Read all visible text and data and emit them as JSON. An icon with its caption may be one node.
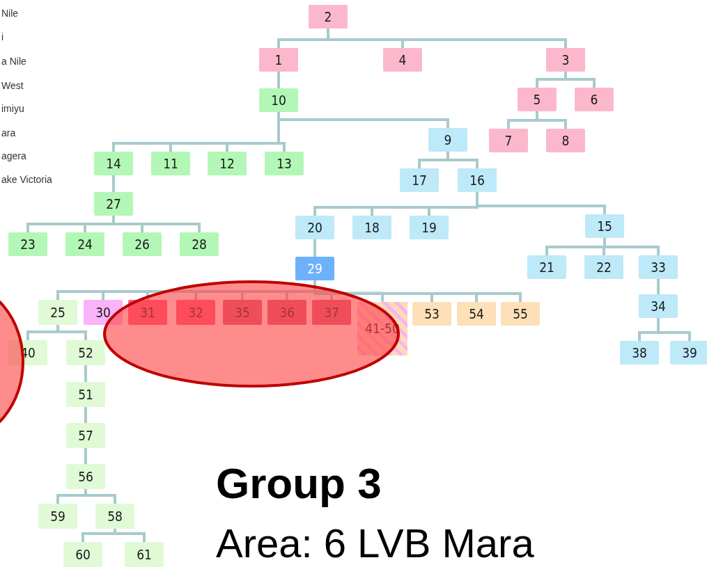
{
  "diagram": {
    "nodes": [
      {
        "text": [
          "2"
        ]
      },
      {
        "text": [
          "1"
        ]
      },
      {
        "text": [
          "4"
        ]
      },
      {
        "text": [
          "3"
        ]
      },
      {
        "text": [
          "10"
        ]
      },
      {
        "text": [
          "5"
        ]
      },
      {
        "text": [
          "6"
        ]
      },
      {
        "text": [
          "9"
        ]
      },
      {
        "text": [
          "7"
        ]
      },
      {
        "text": [
          "8"
        ]
      },
      {
        "text": [
          "14"
        ]
      },
      {
        "text": [
          "11"
        ]
      },
      {
        "text": [
          "12"
        ]
      },
      {
        "text": [
          "13"
        ]
      },
      {
        "text": [
          "17"
        ]
      },
      {
        "text": [
          "16"
        ]
      },
      {
        "text": [
          "27"
        ]
      },
      {
        "text": [
          "23"
        ]
      },
      {
        "text": [
          "24"
        ]
      },
      {
        "text": [
          "26"
        ]
      },
      {
        "text": [
          "28"
        ]
      },
      {
        "text": [
          "20"
        ]
      },
      {
        "text": [
          "18"
        ]
      },
      {
        "text": [
          "19"
        ]
      },
      {
        "text": [
          "15"
        ]
      },
      {
        "text": [
          "29"
        ]
      },
      {
        "text": [
          "21"
        ]
      },
      {
        "text": [
          "22"
        ]
      },
      {
        "text": [
          "33"
        ]
      },
      {
        "text": [
          "34"
        ]
      },
      {
        "text": [
          "25"
        ]
      },
      {
        "text": [
          "30"
        ]
      },
      {
        "text": [
          "31"
        ]
      },
      {
        "text": [
          "32"
        ]
      },
      {
        "text": [
          "35"
        ]
      },
      {
        "text": [
          "36"
        ]
      },
      {
        "text": [
          "37"
        ]
      },
      {
        "text": [
          "41-50"
        ]
      },
      {
        "text": [
          "53"
        ]
      },
      {
        "text": [
          "54"
        ]
      },
      {
        "text": [
          "55"
        ]
      },
      {
        "text": [
          "40"
        ]
      },
      {
        "text": [
          "52"
        ]
      },
      {
        "text": [
          "38"
        ]
      },
      {
        "text": [
          "39"
        ]
      },
      {
        "text": [
          "51"
        ]
      },
      {
        "text": [
          "57"
        ]
      },
      {
        "text": [
          "56"
        ]
      },
      {
        "text": [
          "59"
        ]
      },
      {
        "text": [
          "58"
        ]
      },
      {
        "text": [
          "60"
        ]
      },
      {
        "text": [
          "61"
        ]
      }
    ],
    "edges": [
      {
        "from": 0,
        "to": 1,
        "arrow": "none"
      },
      {
        "from": 0,
        "to": 2,
        "arrow": "none"
      },
      {
        "from": 0,
        "to": 3,
        "arrow": "none"
      },
      {
        "from": 1,
        "to": 4,
        "arrow": "none"
      },
      {
        "from": 3,
        "to": 5,
        "arrow": "none"
      },
      {
        "from": 3,
        "to": 6,
        "arrow": "none"
      },
      {
        "from": 5,
        "to": 8,
        "arrow": "none"
      },
      {
        "from": 5,
        "to": 9,
        "arrow": "none"
      },
      {
        "from": 4,
        "to": 10,
        "arrow": "none"
      },
      {
        "from": 4,
        "to": 11,
        "arrow": "none"
      },
      {
        "from": 4,
        "to": 12,
        "arrow": "none"
      },
      {
        "from": 4,
        "to": 13,
        "arrow": "none"
      },
      {
        "from": 4,
        "to": 7,
        "arrow": "none"
      },
      {
        "from": 7,
        "to": 14,
        "arrow": "none"
      },
      {
        "from": 7,
        "to": 15,
        "arrow": "none"
      },
      {
        "from": 10,
        "to": 16,
        "arrow": "none"
      },
      {
        "from": 16,
        "to": 17,
        "arrow": "none"
      },
      {
        "from": 16,
        "to": 18,
        "arrow": "none"
      },
      {
        "from": 16,
        "to": 19,
        "arrow": "none"
      },
      {
        "from": 16,
        "to": 20,
        "arrow": "none"
      },
      {
        "from": 15,
        "to": 21,
        "arrow": "none"
      },
      {
        "from": 15,
        "to": 22,
        "arrow": "none"
      },
      {
        "from": 15,
        "to": 23,
        "arrow": "none"
      },
      {
        "from": 15,
        "to": 24,
        "arrow": "none"
      },
      {
        "from": 21,
        "to": 25,
        "arrow": "none"
      },
      {
        "from": 24,
        "to": 26,
        "arrow": "none"
      },
      {
        "from": 24,
        "to": 27,
        "arrow": "none"
      },
      {
        "from": 24,
        "to": 28,
        "arrow": "none"
      },
      {
        "from": 28,
        "to": 29,
        "arrow": "none"
      },
      {
        "from": 29,
        "to": 43,
        "arrow": "none"
      },
      {
        "from": 29,
        "to": 44,
        "arrow": "none"
      },
      {
        "from": 25,
        "to": 30,
        "arrow": "none"
      },
      {
        "from": 25,
        "to": 31,
        "arrow": "none"
      },
      {
        "from": 25,
        "to": 32,
        "arrow": "none"
      },
      {
        "from": 25,
        "to": 33,
        "arrow": "none"
      },
      {
        "from": 25,
        "to": 34,
        "arrow": "none"
      },
      {
        "from": 25,
        "to": 35,
        "arrow": "none"
      },
      {
        "from": 25,
        "to": 36,
        "arrow": "none"
      },
      {
        "from": 25,
        "to": 37,
        "arrow": "none"
      },
      {
        "from": 25,
        "to": 38,
        "arrow": "none"
      },
      {
        "from": 25,
        "to": 39,
        "arrow": "none"
      },
      {
        "from": 25,
        "to": 40,
        "arrow": "none"
      },
      {
        "from": 30,
        "to": 41,
        "arrow": "none"
      },
      {
        "from": 30,
        "to": 42,
        "arrow": "none"
      },
      {
        "from": 42,
        "to": 45,
        "arrow": "none"
      },
      {
        "from": 45,
        "to": 46,
        "arrow": "none"
      },
      {
        "from": 46,
        "to": 47,
        "arrow": "none"
      },
      {
        "from": 47,
        "to": 48,
        "arrow": "none"
      },
      {
        "from": 47,
        "to": 49,
        "arrow": "none"
      },
      {
        "from": 49,
        "to": 50,
        "arrow": "none"
      },
      {
        "from": 49,
        "to": 51,
        "arrow": "none"
      }
    ],
    "labels": [
      "Nile",
      "i",
      "a Nile",
      "West",
      "imiyu",
      "ara",
      "agera",
      "ake Victoria",
      "Group 3",
      "Area: 6 LVB Mara"
    ]
  }
}
